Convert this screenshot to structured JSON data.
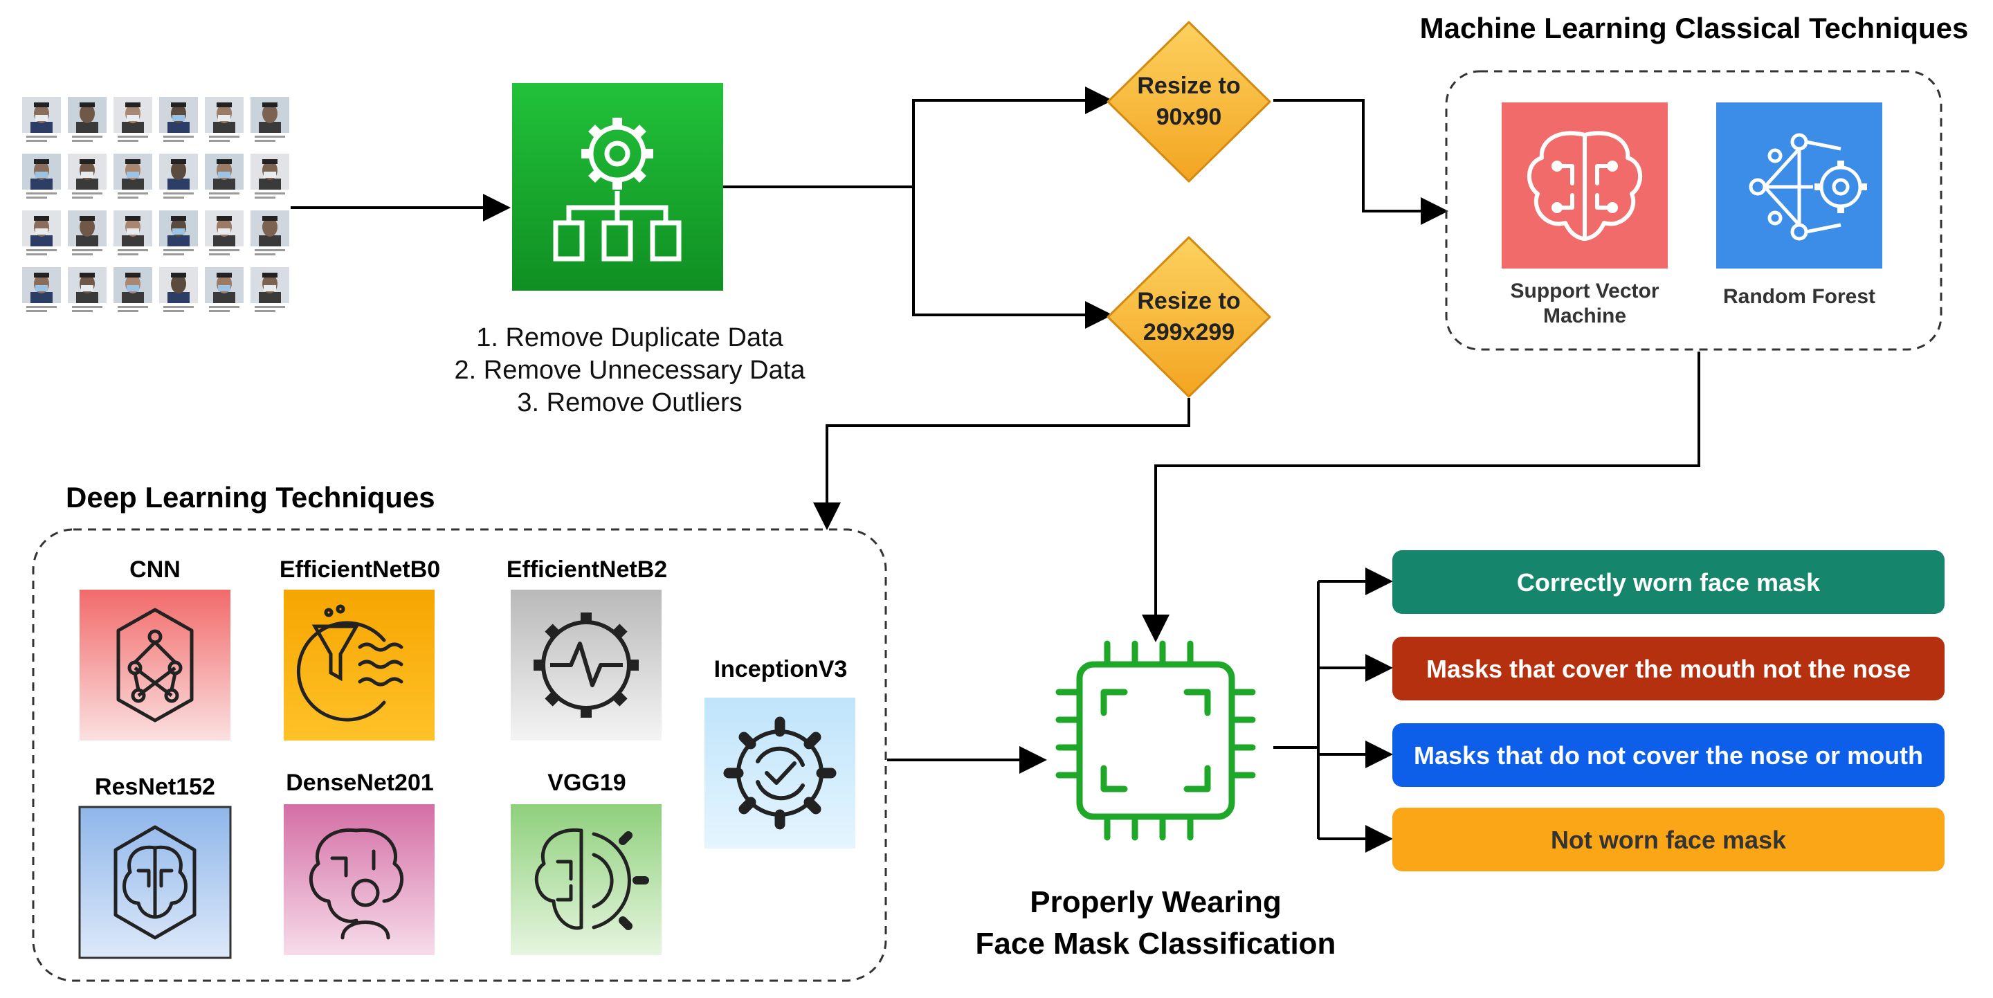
{
  "preprocessing": {
    "steps": [
      "1. Remove Duplicate Data",
      "2. Remove Unnecessary Data",
      "3. Remove Outliers"
    ]
  },
  "resize": {
    "small": [
      "Resize to",
      "90x90"
    ],
    "large": [
      "Resize to",
      "299x299"
    ]
  },
  "ml": {
    "title": "Machine Learning Classical Techniques",
    "svm": [
      "Support Vector",
      "Machine"
    ],
    "rf": "Random Forest",
    "colors": {
      "svm": "#f16b6b",
      "rf": "#3b8de8"
    }
  },
  "dl": {
    "title": "Deep Learning Techniques",
    "models": {
      "cnn": "CNN",
      "effb0": "EfficientNetB0",
      "effb2": "EfficientNetB2",
      "inception": "InceptionV3",
      "resnet": "ResNet152",
      "densenet": "DenseNet201",
      "vgg": "VGG19"
    }
  },
  "classifier": {
    "title": [
      "Properly Wearing",
      "Face Mask Classification"
    ]
  },
  "outputs": [
    {
      "label": "Correctly worn face mask",
      "color": "#15856b"
    },
    {
      "label": "Masks that cover the mouth not the nose",
      "color": "#b5300f"
    },
    {
      "label": "Masks that do not cover the nose or mouth",
      "color": "#0d5ee8"
    },
    {
      "label": "Not worn face mask",
      "color": "#fba616"
    }
  ]
}
